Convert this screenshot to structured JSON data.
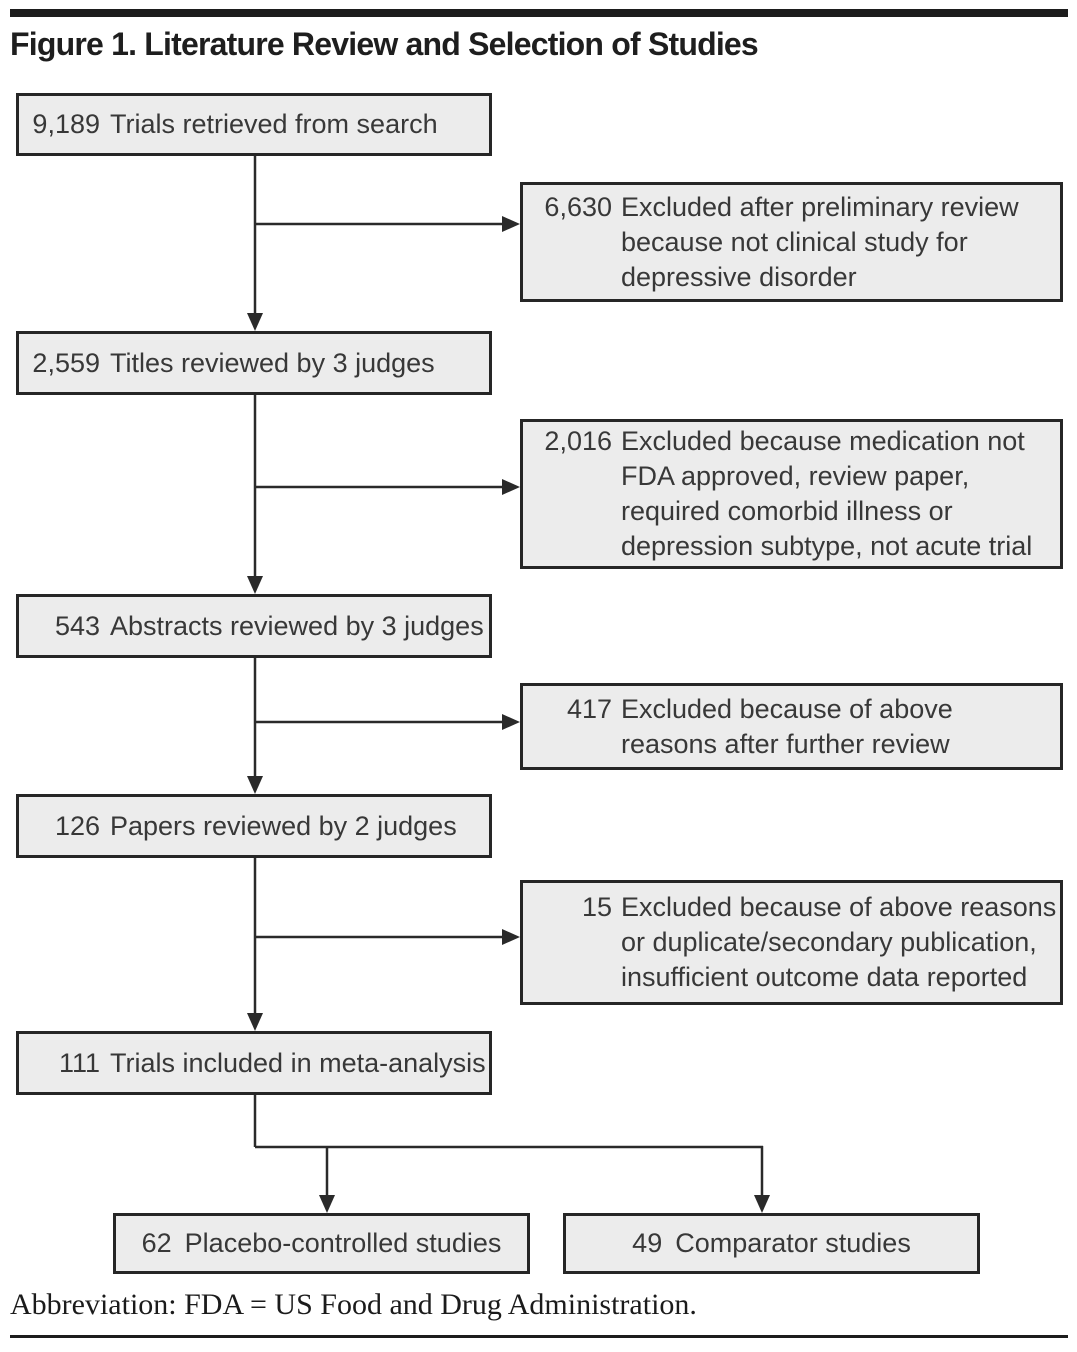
{
  "title": "Figure 1. Literature Review and Selection of Studies",
  "flow": {
    "main": [
      {
        "count": "9,189",
        "label": "Trials retrieved from search"
      },
      {
        "count": "2,559",
        "label": "Titles reviewed by 3 judges"
      },
      {
        "count": "543",
        "label": "Abstracts reviewed by 3 judges"
      },
      {
        "count": "126",
        "label": "Papers reviewed by 2 judges"
      },
      {
        "count": "111",
        "label": "Trials included in meta-analysis"
      }
    ],
    "exclusions": [
      {
        "count": "6,630",
        "label": "Excluded after preliminary review\nbecause not clinical study for\ndepressive disorder"
      },
      {
        "count": "2,016",
        "label": "Excluded because medication not\nFDA approved, review paper,\nrequired comorbid illness or\ndepression subtype, not acute trial"
      },
      {
        "count": "417",
        "label": "Excluded because of above\nreasons after further review"
      },
      {
        "count": "15",
        "label": "Excluded because of above reasons\nor duplicate/secondary publication,\ninsufficient outcome data reported"
      }
    ],
    "outcomes": [
      {
        "count": "62",
        "label": "Placebo-controlled studies"
      },
      {
        "count": "49",
        "label": "Comparator studies"
      }
    ]
  },
  "footnote": "Abbreviation: FDA = US Food and Drug Administration.",
  "colors": {
    "box_fill": "#ececec",
    "box_border": "#262626",
    "line": "#2a2a2a",
    "bar": "#1d1d1d",
    "text": "#383838"
  }
}
